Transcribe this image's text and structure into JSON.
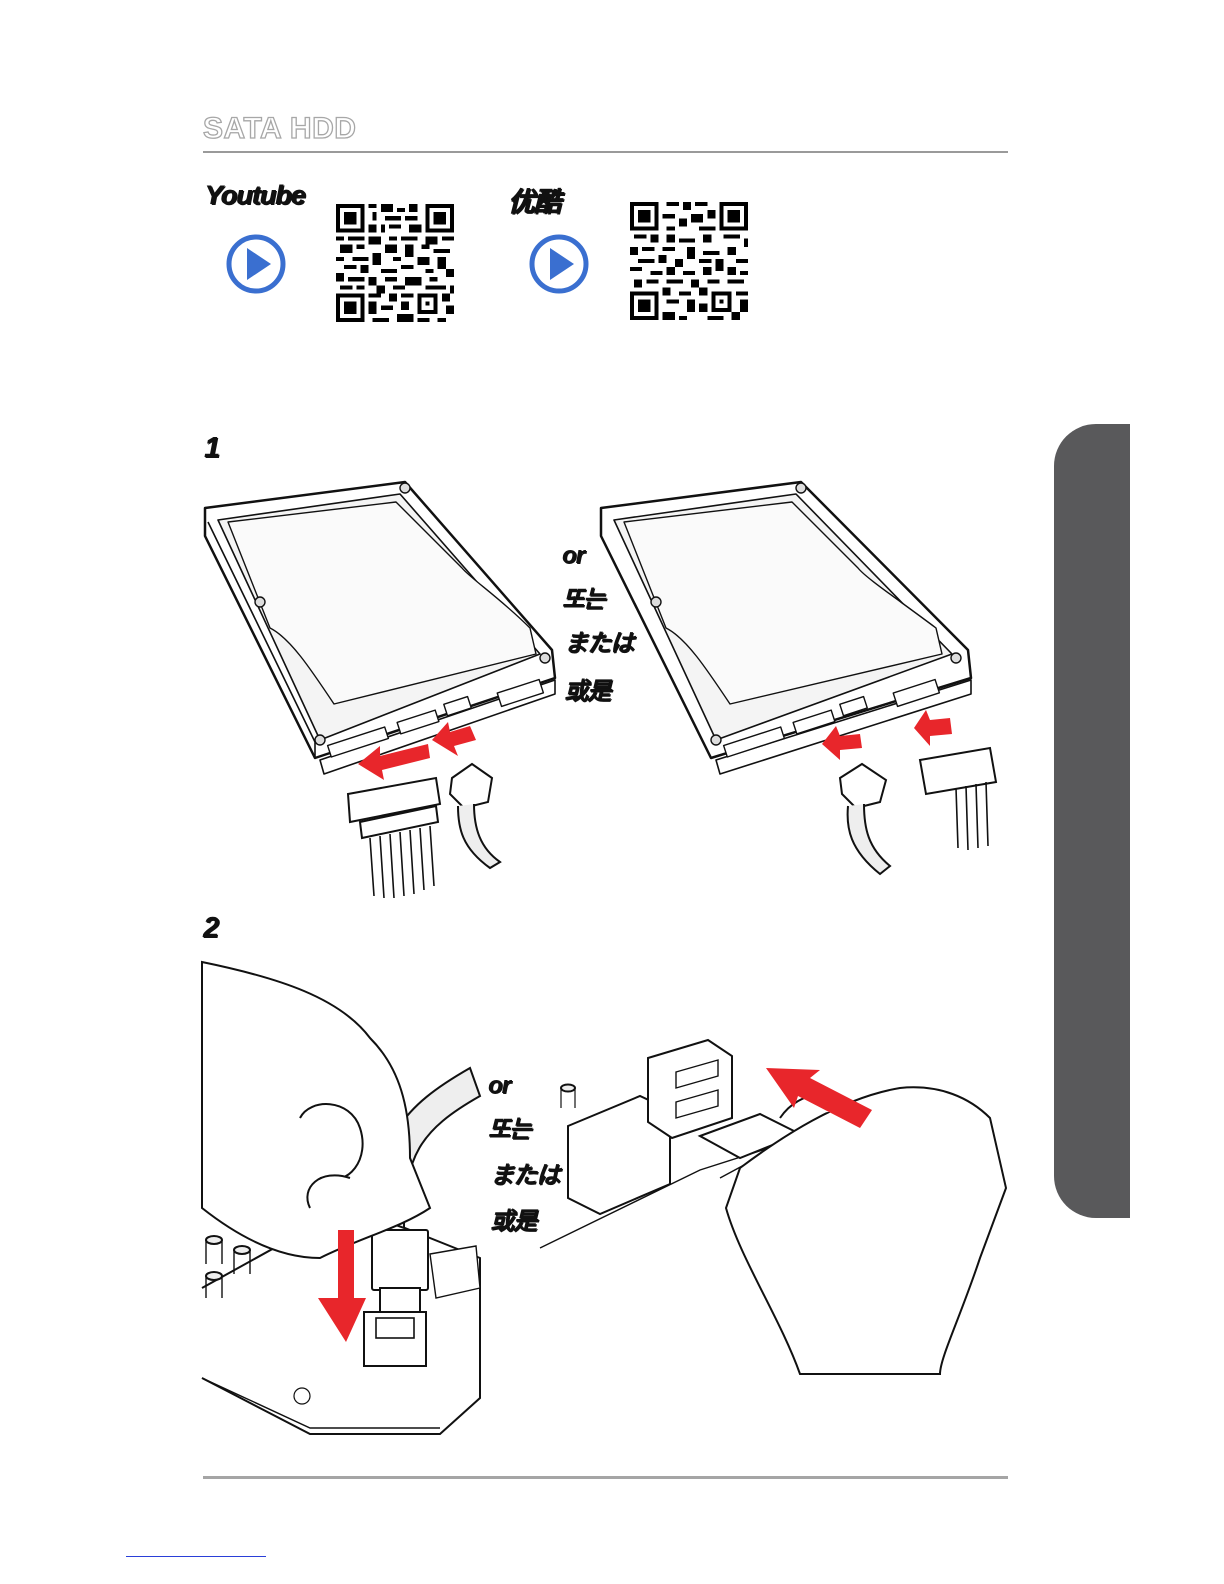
{
  "page": {
    "title": "SATA HDD"
  },
  "videos": [
    {
      "label": "Youtube",
      "icon": "play-icon",
      "qr": "qr-code"
    },
    {
      "label": "优酷",
      "icon": "play-icon",
      "qr": "qr-code"
    }
  ],
  "steps": [
    {
      "number": "1",
      "alternatives": [
        "or",
        "또는",
        "または",
        "或是"
      ]
    },
    {
      "number": "2",
      "alternatives": [
        "or",
        "또는",
        "または",
        "或是"
      ]
    }
  ],
  "colors": {
    "accent_arrow": "#e8262b",
    "play_icon": "#3a6fd0",
    "side_tab": "#59595b",
    "title_outline": "#a7a7a7"
  }
}
